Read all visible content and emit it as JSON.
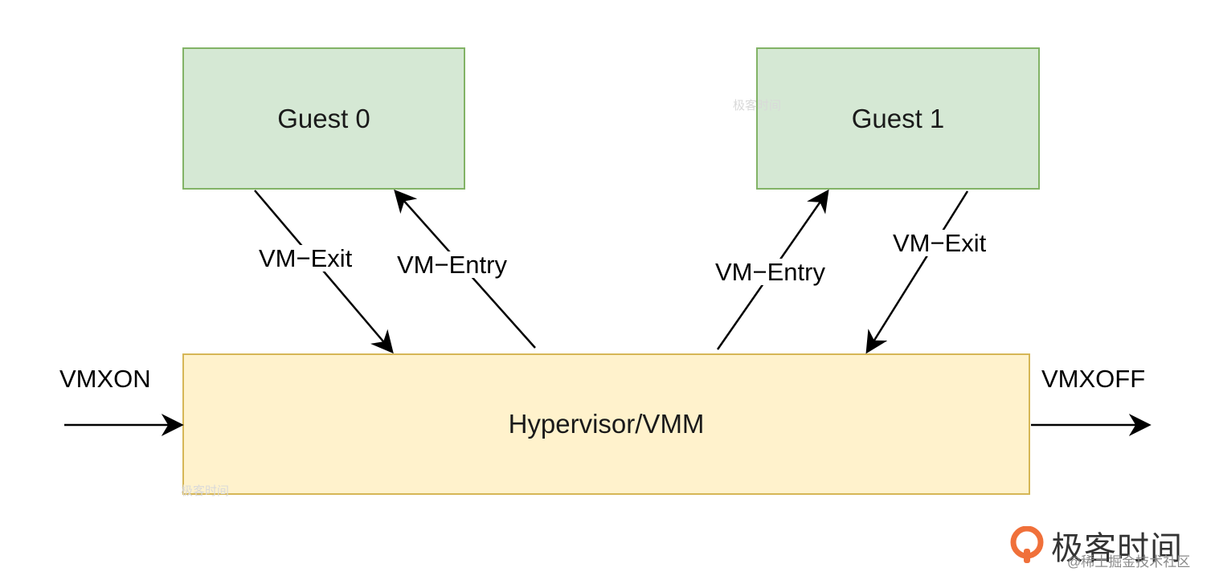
{
  "diagram": {
    "nodes": {
      "guest0": {
        "label": "Guest 0",
        "fill": "#d5e8d4",
        "stroke": "#82b366"
      },
      "guest1": {
        "label": "Guest 1",
        "fill": "#d5e8d4",
        "stroke": "#82b366"
      },
      "hypervisor": {
        "label": "Hypervisor/VMM",
        "fill": "#fff2cc",
        "stroke": "#d6b656"
      }
    },
    "edges": {
      "g0_exit": {
        "label": "VM−Exit"
      },
      "g0_entry": {
        "label": "VM−Entry"
      },
      "g1_entry": {
        "label": "VM−Entry"
      },
      "g1_exit": {
        "label": "VM−Exit"
      },
      "vmxon": {
        "label": "VMXON"
      },
      "vmxoff": {
        "label": "VMXOFF"
      }
    }
  },
  "watermark": {
    "brand": "极客时间",
    "small_mark": "极客时间",
    "footer": "@稀土掘金技术社区",
    "accent": "#f0703a"
  }
}
